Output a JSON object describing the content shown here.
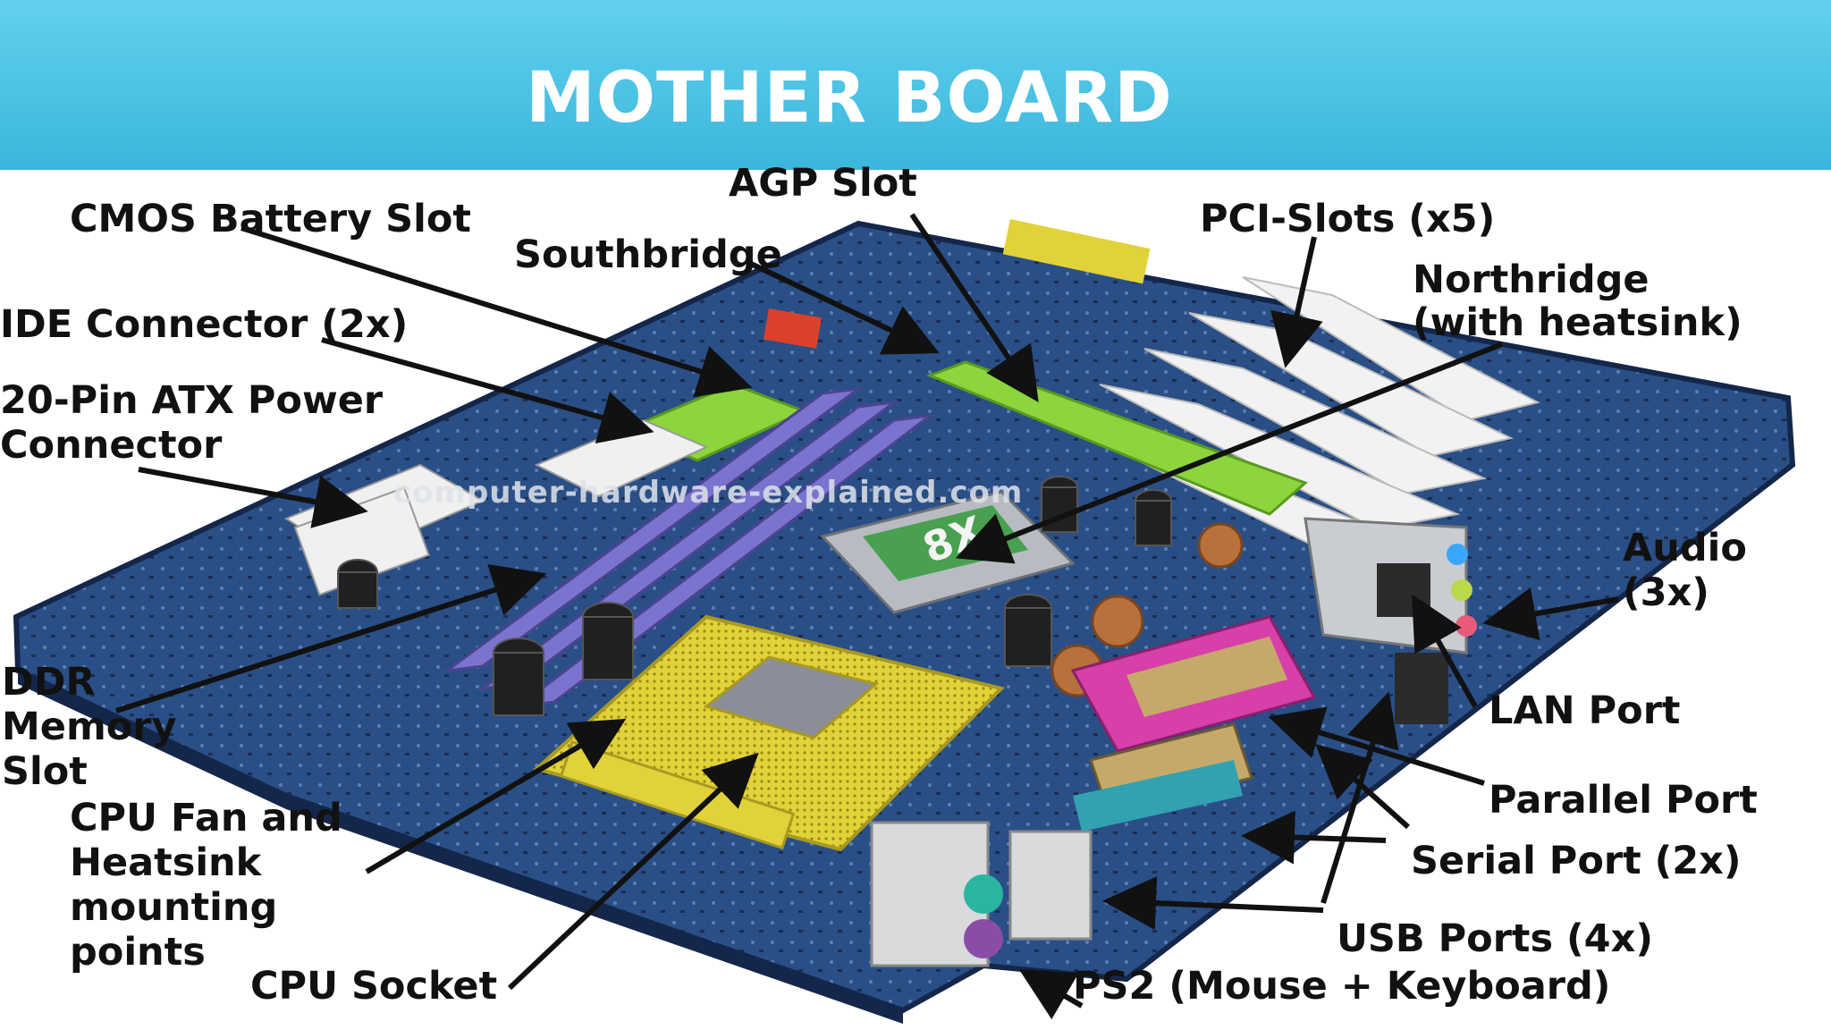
{
  "slide": {
    "title": "MOTHER BOARD"
  },
  "diagram": {
    "watermark": "computer-hardware-explained.com",
    "chip_marking": "8X",
    "labels": {
      "agp_slot": "AGP Slot",
      "cmos_battery_slot": "CMOS Battery Slot",
      "southbridge": "Southbridge",
      "pci_slots": "PCI-Slots (x5)",
      "northbridge_line1": "Northridge",
      "northbridge_line2": "(with heatsink)",
      "ide_connector": "IDE Connector (2x)",
      "atx_power_line1": "20-Pin ATX Power",
      "atx_power_line2": "Connector",
      "audio_line1": "Audio",
      "audio_line2": "(3x)",
      "ddr_line1": "DDR",
      "ddr_line2": "Memory",
      "ddr_line3": "Slot",
      "lan_port": "LAN Port",
      "cpu_fan_line1": "CPU Fan and",
      "cpu_fan_line2": "Heatsink",
      "cpu_fan_line3": "mounting",
      "cpu_fan_line4": "points",
      "parallel_port": "Parallel Port",
      "serial_port": "Serial Port (2x)",
      "usb_ports": "USB Ports (4x)",
      "cpu_socket": "CPU Socket",
      "ps2": "PS2 (Mouse  + Keyboard)"
    },
    "colors": {
      "header": "#4cc4e6",
      "pcb": "#2a4f86",
      "cpu_socket": "#e2d23a",
      "agp": "#8cd53c",
      "ddr": "#7a74cf",
      "pci": "#f2f2f2",
      "parallel": "#d640a8"
    }
  }
}
